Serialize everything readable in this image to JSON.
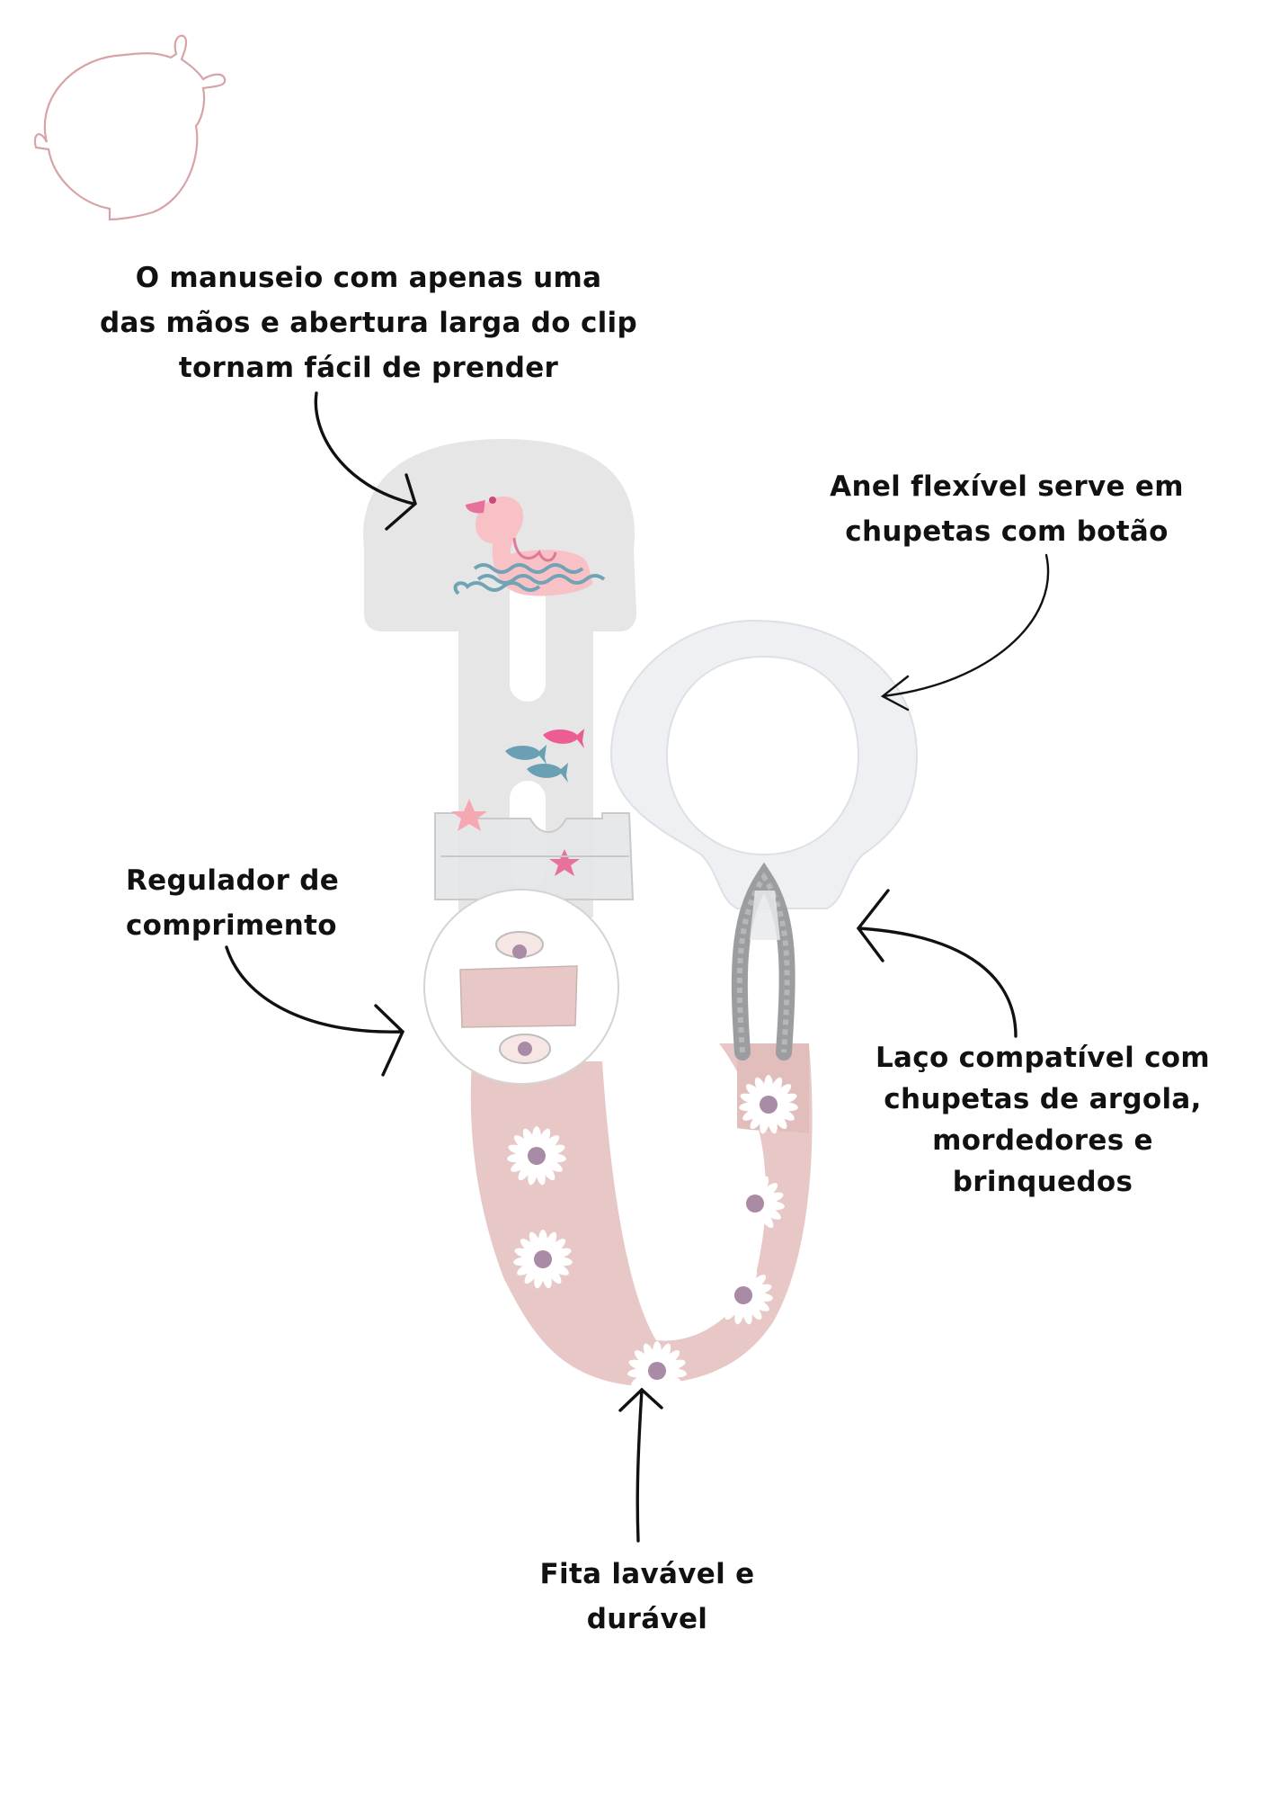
{
  "logo": {
    "icon": "ladybug-outline-icon",
    "color": "#d8a3a6"
  },
  "product": {
    "clip_color": "#e6e6e6",
    "ribbon_color": "#e8c8c6",
    "daisy_center_color": "#a98ba5",
    "ring_color": "#eef0f3",
    "cord_color": "#9b9da0",
    "swan_color": "#f7c1c6",
    "water_color": "#6fa3b5",
    "fish_pink": "#ec5e93",
    "fish_blue": "#6aa0b3"
  },
  "callouts": {
    "clip": {
      "lines": [
        "O manuseio com apenas uma",
        "das mãos e abertura larga do clip",
        "tornam fácil de prender"
      ]
    },
    "ring": {
      "lines": [
        "Anel flexível serve em",
        "chupetas com botão"
      ]
    },
    "regulator": {
      "lines": [
        "Regulador de",
        "comprimento"
      ]
    },
    "loop": {
      "lines": [
        "Laço compatível com",
        "chupetas de argola,",
        "mordedores e",
        "brinquedos"
      ]
    },
    "ribbon": {
      "lines": [
        "Fita lavável e",
        "durável"
      ]
    }
  }
}
